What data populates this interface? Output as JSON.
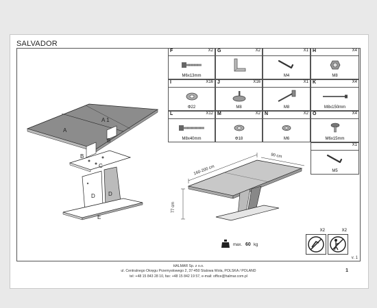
{
  "title": "SALVADOR",
  "parts": [
    {
      "letter": "F",
      "qty": "X2",
      "name": "M6x13mm",
      "icon": "bolt-icon"
    },
    {
      "letter": "G",
      "qty": "X2",
      "name": "",
      "icon": "bracket-icon"
    },
    {
      "letter": "",
      "qty": "X1",
      "name": "M4",
      "icon": "allen-key-icon"
    },
    {
      "letter": "H",
      "qty": "X4",
      "name": "M8",
      "icon": "nut-icon"
    },
    {
      "letter": "I",
      "qty": "X16",
      "name": "Φ22",
      "icon": "washer-icon"
    },
    {
      "letter": "J",
      "qty": "X16",
      "name": "M8",
      "icon": "cam-lock-icon"
    },
    {
      "letter": "",
      "qty": "X1",
      "name": "M8",
      "icon": "socket-wrench-icon"
    },
    {
      "letter": "K",
      "qty": "X4",
      "name": "M8x150mm",
      "icon": "rod-icon"
    },
    {
      "letter": "L",
      "qty": "X12",
      "name": "M8x40mm",
      "icon": "bolt-icon"
    },
    {
      "letter": "M",
      "qty": "X2",
      "name": "Φ18",
      "icon": "washer-icon"
    },
    {
      "letter": "N",
      "qty": "X2",
      "name": "M6",
      "icon": "washer-icon"
    },
    {
      "letter": "O",
      "qty": "X4",
      "name": "M6x15mm",
      "icon": "screw-icon"
    },
    {
      "letter": "",
      "qty": "X1",
      "name": "M5",
      "icon": "allen-key-icon"
    }
  ],
  "assembly_labels": {
    "a": "A",
    "a1": "A 1",
    "b1": "B",
    "b2": "B",
    "c": "C",
    "d1": "D",
    "d2": "D",
    "e": "E"
  },
  "dimensions": {
    "width": "90 cm",
    "length": "160-200 cm",
    "height": "77 cm"
  },
  "weight": {
    "label": "max.",
    "value": "60",
    "unit": "kg"
  },
  "warnings": {
    "qty1": "X2",
    "qty2": "X2"
  },
  "version": "v. 1",
  "page_number": "1",
  "company": {
    "line1": "HALMAR Sp. z o.o.",
    "line2": "ul. Centralnego Okręgu Przemysłowego 2, 37-450 Stalowa Wola, POLSKA / POLAND",
    "line3": "tel: +48 15 843 28 10, fax: +48 15 842 19 57, e-mail: office@halmar.com.pl"
  }
}
